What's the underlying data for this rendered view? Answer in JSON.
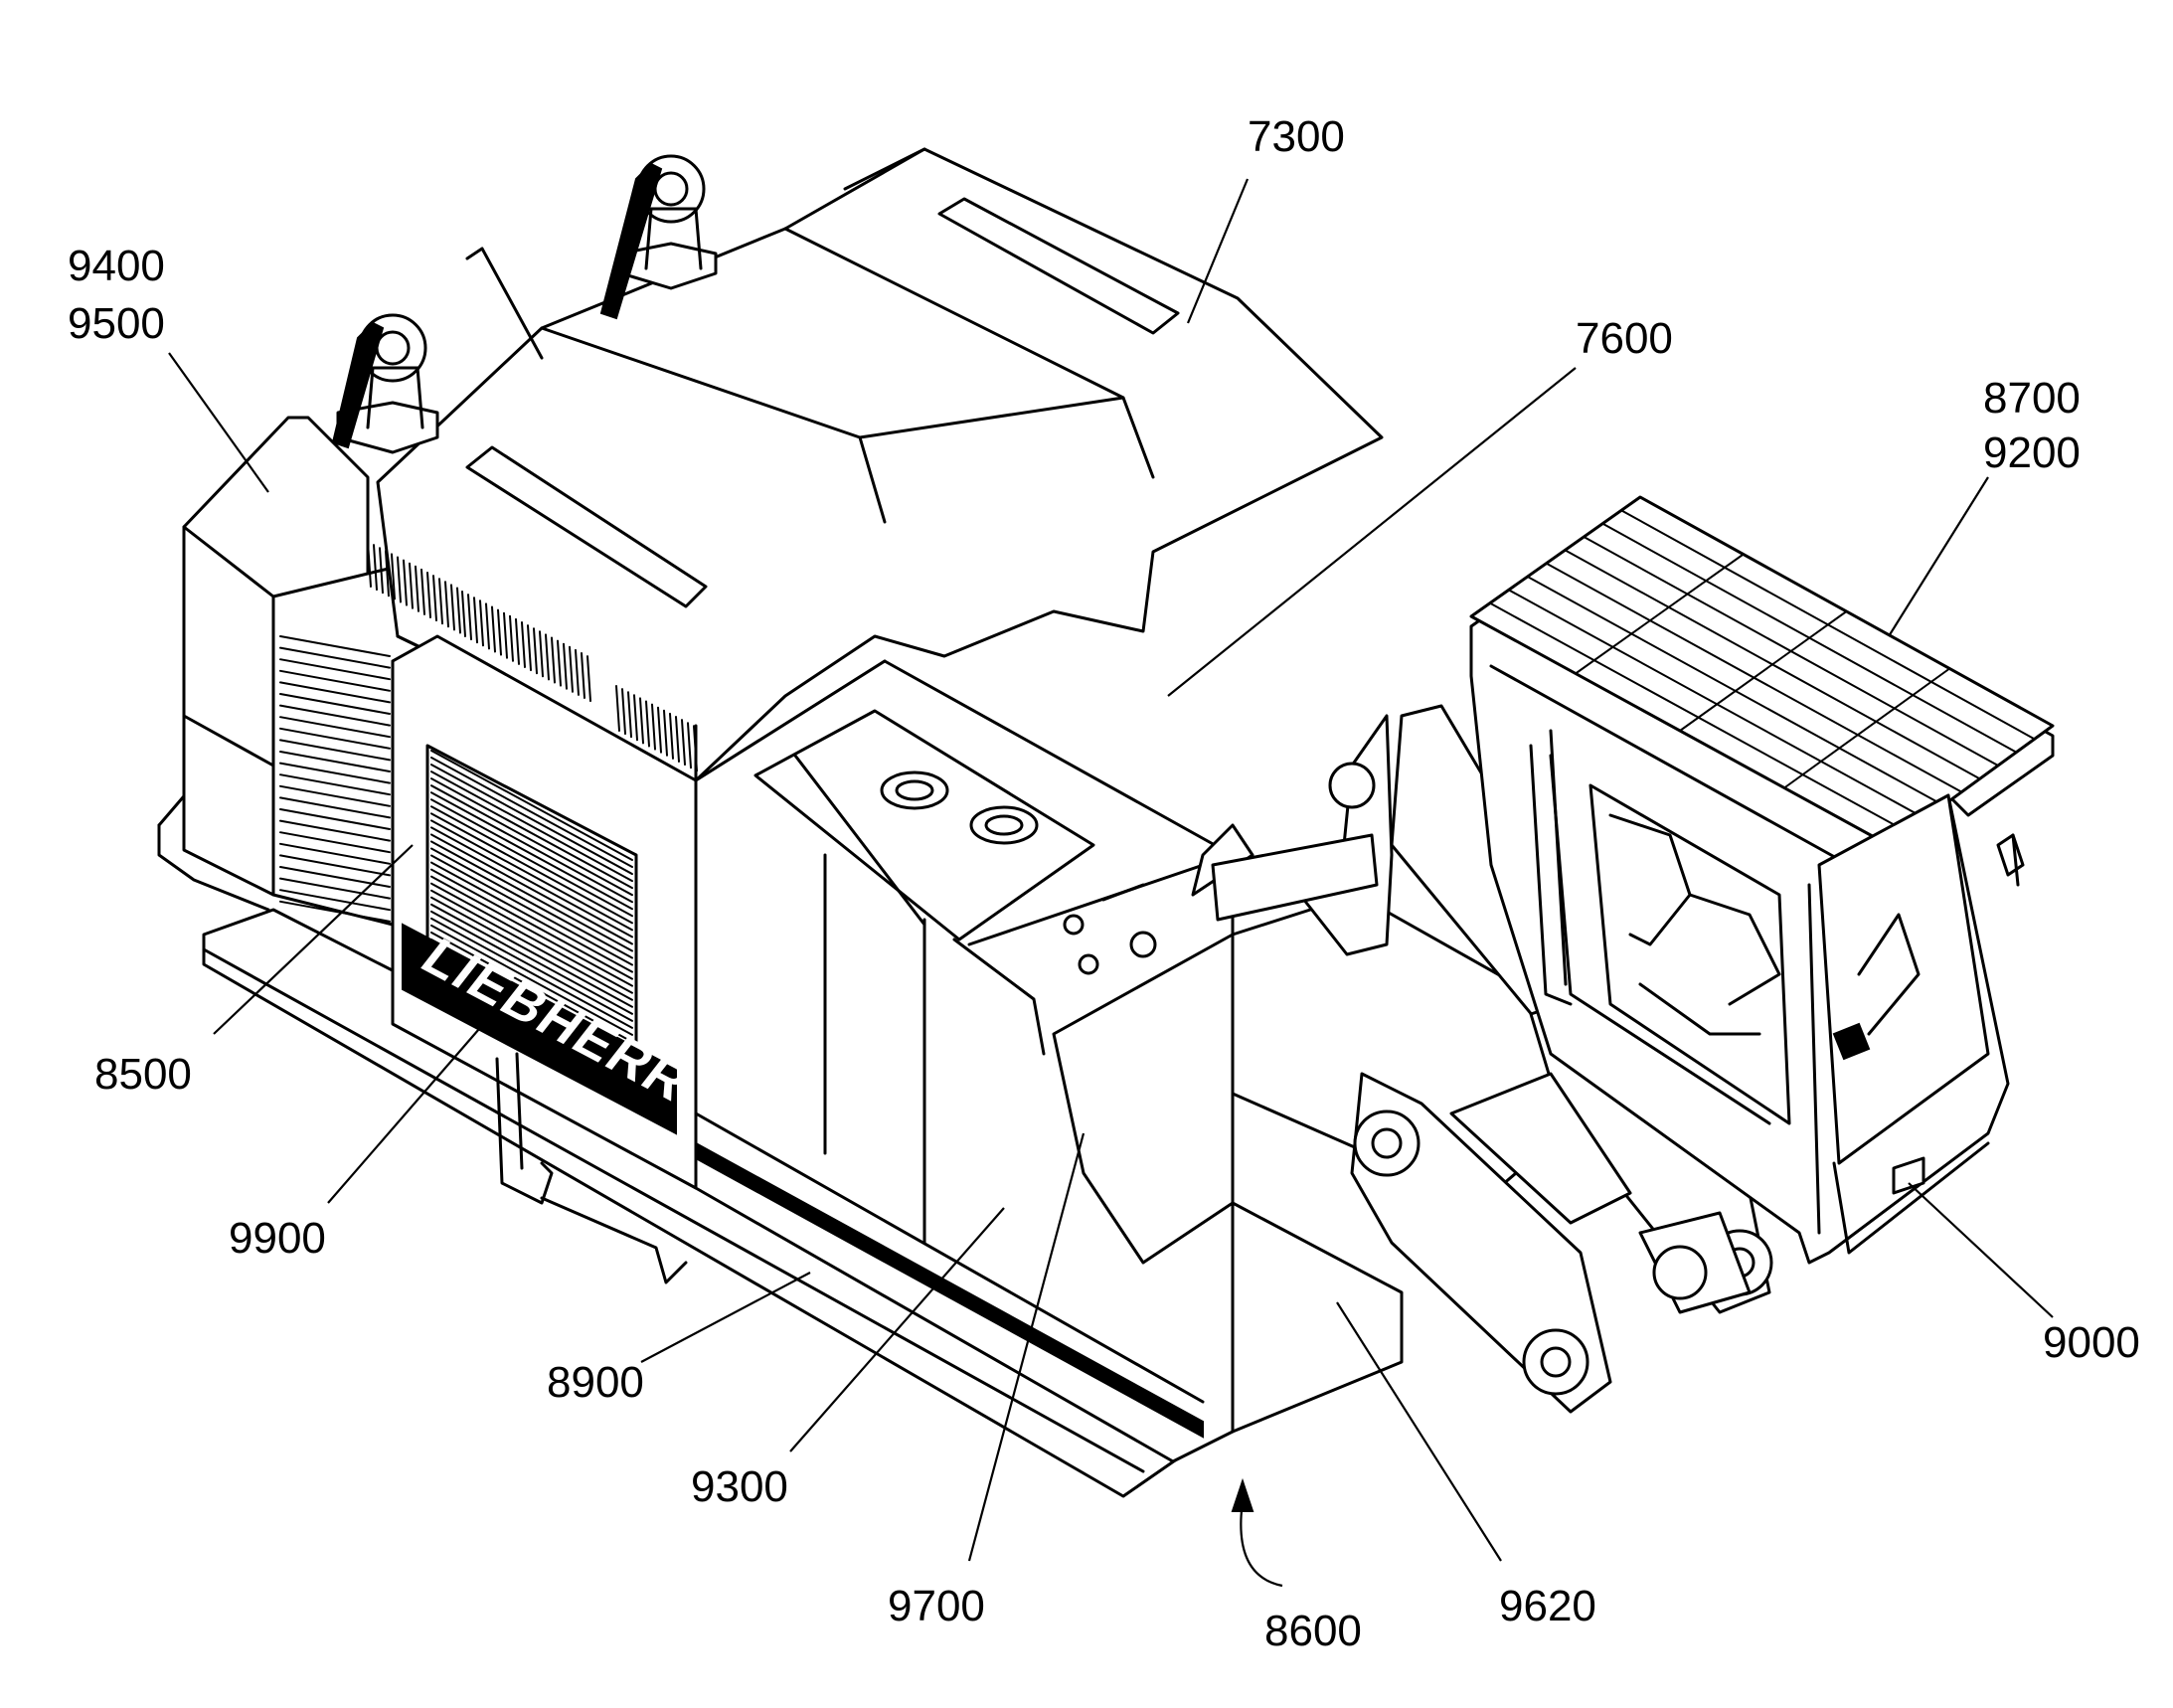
{
  "figure": {
    "brand_marking": "LIEBHERR",
    "callouts": [
      {
        "id": "c7300",
        "text": "7300"
      },
      {
        "id": "c9400",
        "text": "9400"
      },
      {
        "id": "c9500",
        "text": "9500"
      },
      {
        "id": "c7600",
        "text": "7600"
      },
      {
        "id": "c8700",
        "text": "8700"
      },
      {
        "id": "c9200",
        "text": "9200"
      },
      {
        "id": "c8500",
        "text": "8500"
      },
      {
        "id": "c9900",
        "text": "9900"
      },
      {
        "id": "c8900",
        "text": "8900"
      },
      {
        "id": "c9300",
        "text": "9300"
      },
      {
        "id": "c9700",
        "text": "9700"
      },
      {
        "id": "c8600",
        "text": "8600"
      },
      {
        "id": "c9620",
        "text": "9620"
      },
      {
        "id": "c9000",
        "text": "9000"
      }
    ]
  }
}
